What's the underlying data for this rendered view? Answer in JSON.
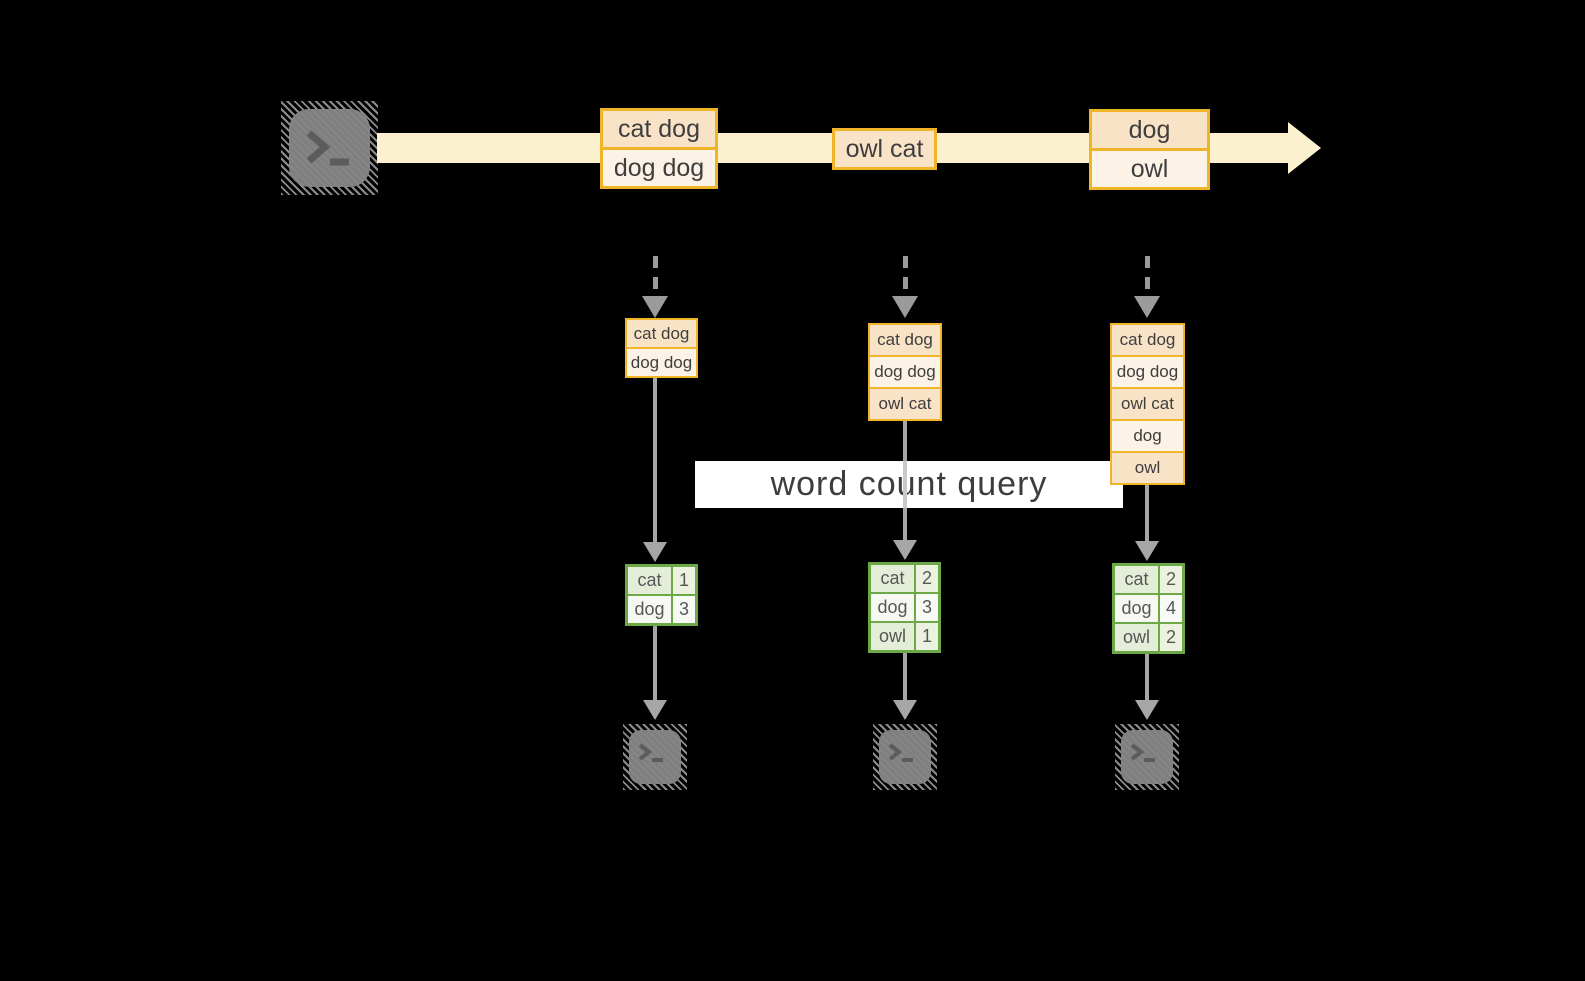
{
  "title": "streaming word count diagram",
  "query_label": "word count query",
  "icons": {
    "source": "terminal-icon",
    "sinks": [
      "terminal-icon",
      "terminal-icon",
      "terminal-icon"
    ]
  },
  "stream": {
    "batches": [
      {
        "items": [
          "cat dog",
          "dog dog"
        ]
      },
      {
        "items": [
          "owl cat"
        ]
      },
      {
        "items": [
          "dog",
          "owl"
        ]
      }
    ]
  },
  "columns": [
    {
      "input": [
        "cat dog",
        "dog dog"
      ],
      "counts": [
        {
          "word": "cat",
          "count": "1"
        },
        {
          "word": "dog",
          "count": "3"
        }
      ]
    },
    {
      "input": [
        "cat dog",
        "dog dog",
        "owl cat"
      ],
      "counts": [
        {
          "word": "cat",
          "count": "2"
        },
        {
          "word": "dog",
          "count": "3"
        },
        {
          "word": "owl",
          "count": "1"
        }
      ]
    },
    {
      "input": [
        "cat dog",
        "dog dog",
        "owl cat",
        "dog",
        "owl"
      ],
      "counts": [
        {
          "word": "cat",
          "count": "2"
        },
        {
          "word": "dog",
          "count": "4"
        },
        {
          "word": "owl",
          "count": "2"
        }
      ]
    }
  ],
  "colors": {
    "amber_border": "#F0B429",
    "amber_fill_dark": "#F9E3C7",
    "amber_fill_light": "#FCF3E6",
    "stream_band": "#FBF1CE",
    "green_border": "#6CA845",
    "green_fill": "#E3EDD7",
    "connector_gray": "#A6A6A6",
    "icon_gray": "#7F7F7F",
    "text_dark": "#3E3E3E",
    "background": "#000000"
  }
}
